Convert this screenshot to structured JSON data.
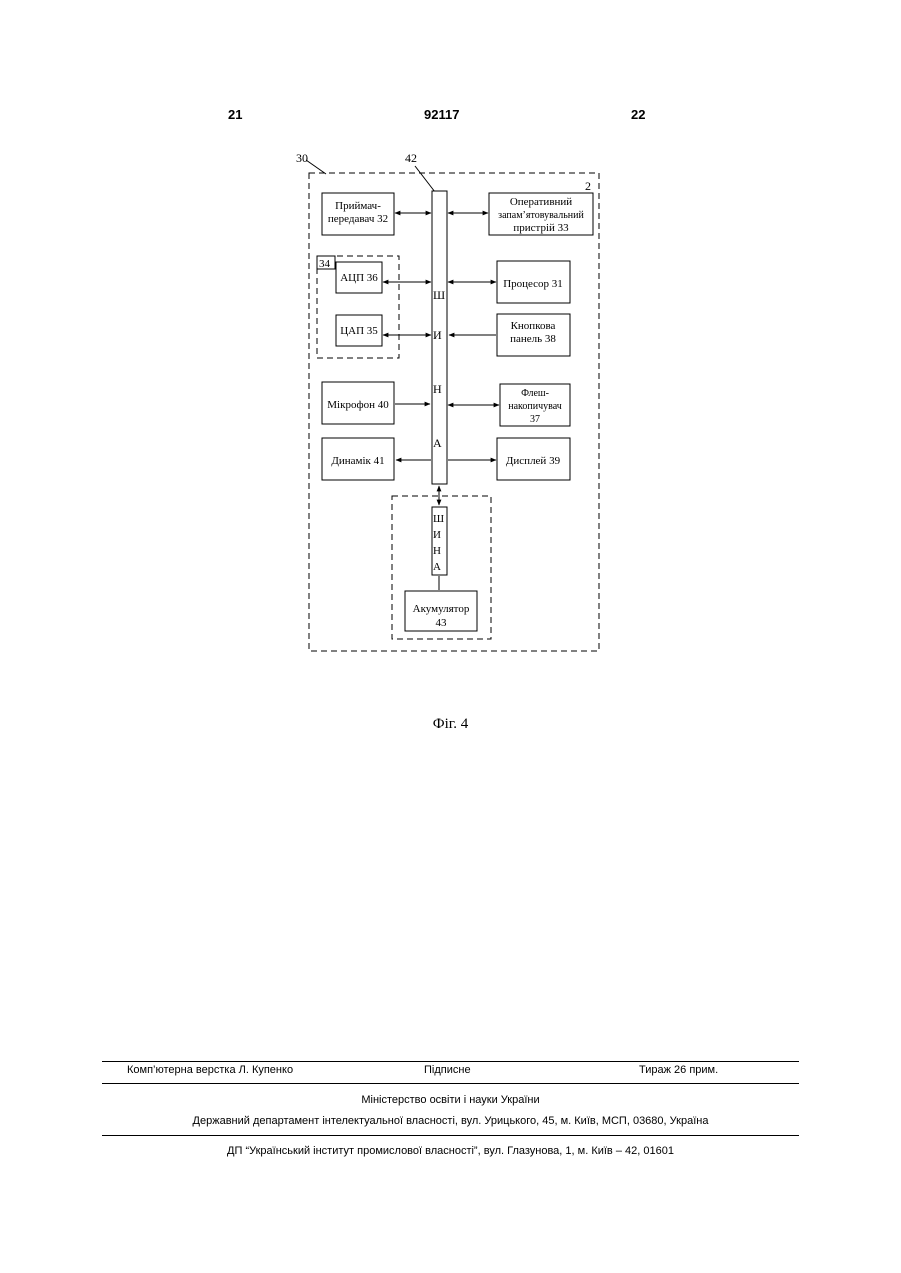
{
  "header": {
    "page_left": "21",
    "patent_number": "92117",
    "page_right": "22"
  },
  "figure": {
    "callouts": {
      "device": "30",
      "bus_ref": "42",
      "outer_block": "2",
      "converter_group": "34"
    },
    "blocks": {
      "transceiver_line1": "Приймач-",
      "transceiver_line2": "передавач 32",
      "ram_line1": "Оперативний",
      "ram_line2": "запам’ятовувальний",
      "ram_line3": "пристрій 33",
      "adc": "АЦП 36",
      "dac": "ЦАП 35",
      "processor": "Процесор 31",
      "keypad_line1": "Кнопкова",
      "keypad_line2": "панель 38",
      "microphone": "Мікрофон 40",
      "flash_line1": "Флеш-",
      "flash_line2": "накопичувач",
      "flash_line3": "37",
      "speaker": "Динамік 41",
      "display": "Дисплей 39",
      "battery_line1": "Акумулятор",
      "battery_line2": "43"
    },
    "main_bus_letters": [
      "Ш",
      "И",
      "Н",
      "А"
    ],
    "battery_bus_letters": [
      "Ш",
      "И",
      "Н",
      "А"
    ],
    "caption": "Фіг. 4"
  },
  "footer": {
    "layout": "Комп’ютерна верстка Л. Купенко",
    "signed": "Підписне",
    "circulation": "Тираж 26 прим.",
    "ministry": "Міністерство освіти і науки України",
    "department": "Державний департамент інтелектуальної власності, вул. Урицького, 45, м. Київ, МСП, 03680, Україна",
    "institute": "ДП “Український інститут промислової власності”, вул. Глазунова, 1, м. Київ – 42, 01601"
  }
}
